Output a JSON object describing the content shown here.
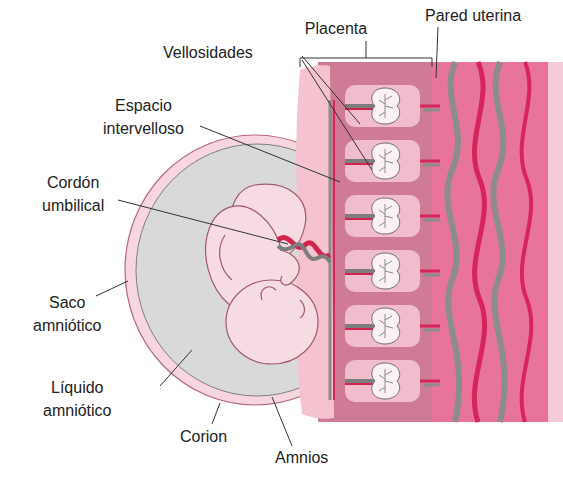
{
  "diagram": {
    "labels": [
      "Pared uterina",
      "Placenta",
      "Vellosidades",
      "Espacio intervelloso",
      "Cordón umbilical",
      "Saco amniótico",
      "Líquido amniótico",
      "Corion",
      "Amnios"
    ]
  }
}
